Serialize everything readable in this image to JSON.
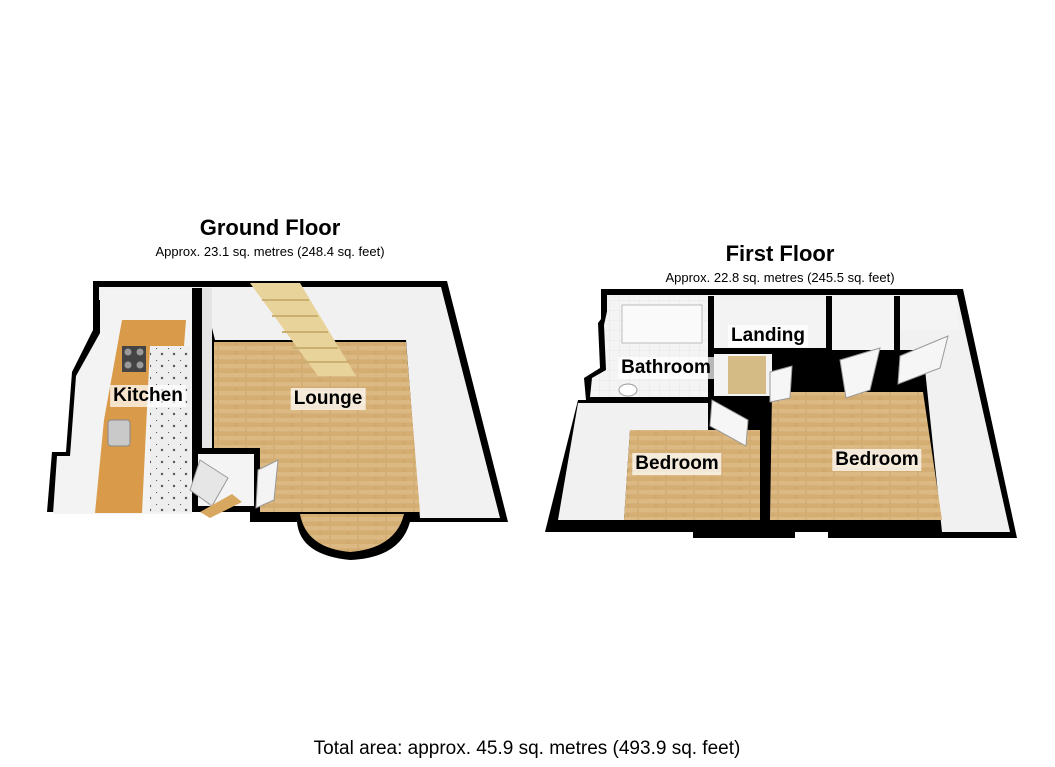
{
  "floors": [
    {
      "title": "Ground Floor",
      "area": "Approx. 23.1 sq. metres (248.4 sq. feet)",
      "rooms": [
        "Kitchen",
        "Lounge"
      ]
    },
    {
      "title": "First Floor",
      "area": "Approx. 22.8 sq. metres (245.5 sq. feet)",
      "rooms": [
        "Bathroom",
        "Landing",
        "Bedroom",
        "Bedroom"
      ]
    }
  ],
  "total_area": "Total area: approx. 45.9 sq. metres (493.9 sq. feet)",
  "colors": {
    "wall": "#000000",
    "wall_face": "#f2f2f2",
    "wood_floor": "#dcb982",
    "wood_grain": "#c9a36a",
    "kitchen_counter": "#d99a4a",
    "kitchen_floor": "#ececec",
    "stairs": "#e8d39a"
  }
}
